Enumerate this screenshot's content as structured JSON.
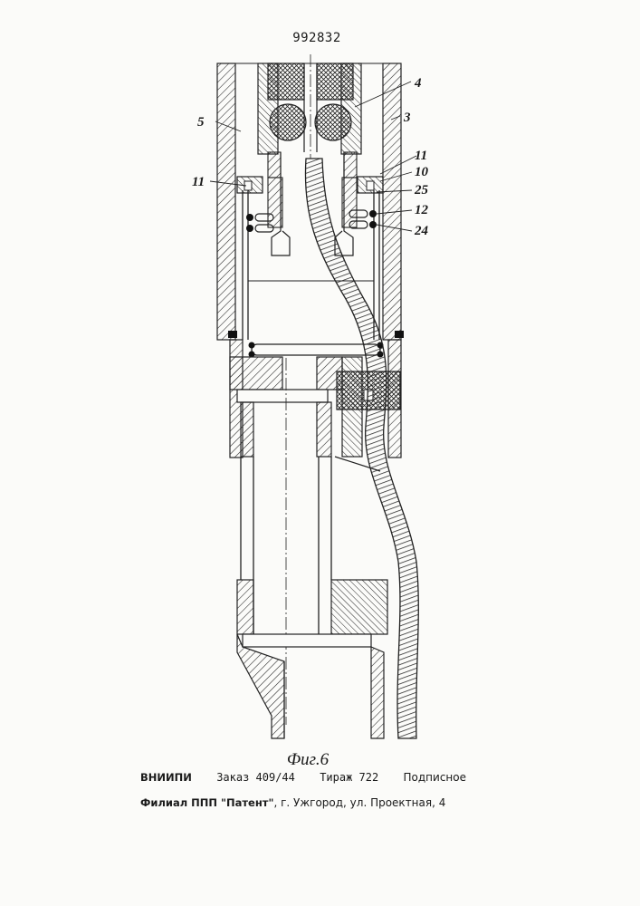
{
  "patent_number": "992832",
  "callouts": {
    "n5": "5",
    "n4": "4",
    "n3": "3",
    "n11a": "11",
    "n11b": "11",
    "n10": "10",
    "n25": "25",
    "n12": "12",
    "n24": "24"
  },
  "figure_caption": "Фиг.6",
  "imprint": {
    "org": "ВНИИПИ",
    "order": "Заказ 409/44",
    "edition": "Тираж 722",
    "subscription": "Подписное",
    "branch_label": "Филиал ППП \"Патент\"",
    "branch_address": ", г. Ужгород, ул. Проектная, 4"
  }
}
